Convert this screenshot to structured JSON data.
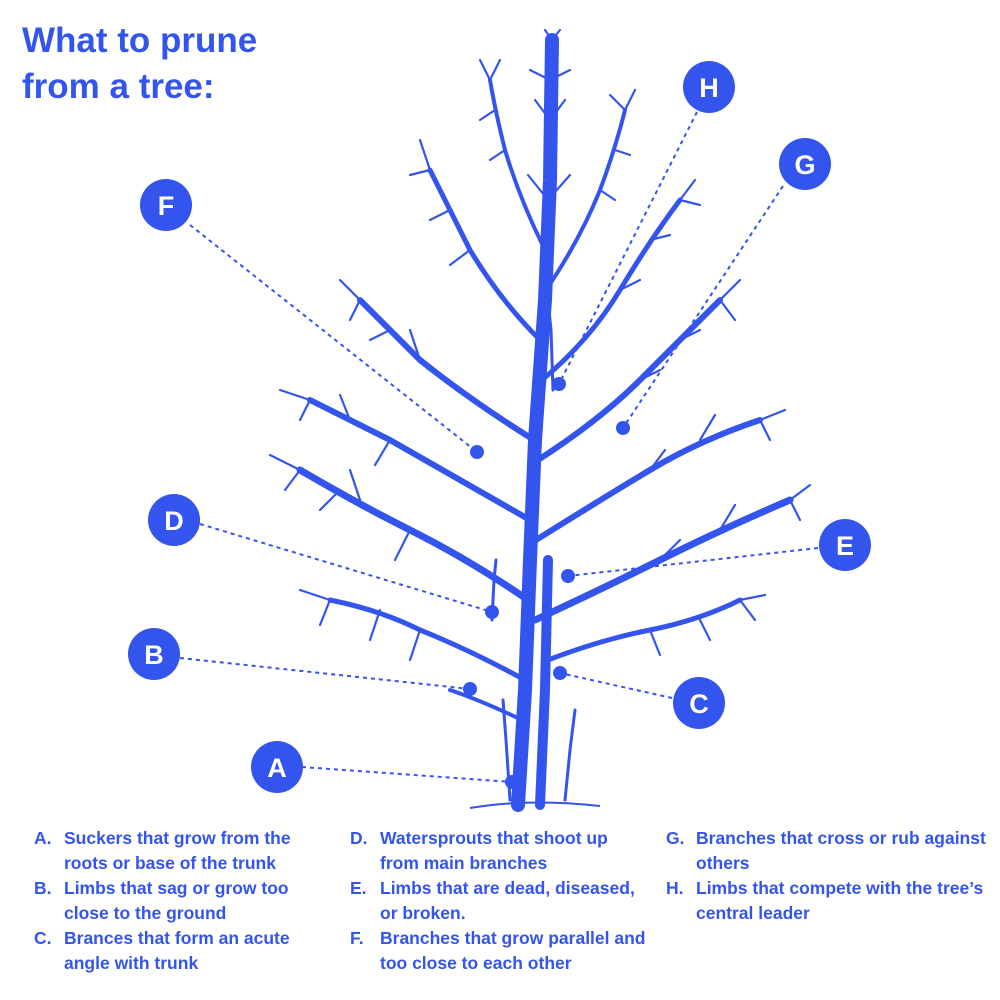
{
  "title": {
    "line1": "What to prune",
    "line2": "from a tree:"
  },
  "colors": {
    "accent": "#3355ee",
    "tree": "#3355ee"
  },
  "callouts": [
    {
      "letter": "A"
    },
    {
      "letter": "B"
    },
    {
      "letter": "C"
    },
    {
      "letter": "D"
    },
    {
      "letter": "E"
    },
    {
      "letter": "F"
    },
    {
      "letter": "G"
    },
    {
      "letter": "H"
    }
  ],
  "legend": [
    {
      "letter": "A.",
      "text": "Suckers that grow from the roots or base of the trunk"
    },
    {
      "letter": "B.",
      "text": "Limbs that sag or grow too close to the ground"
    },
    {
      "letter": "C.",
      "text": "Brances that form an acute angle with trunk"
    },
    {
      "letter": "D.",
      "text": "Watersprouts that shoot up from main branches"
    },
    {
      "letter": "E.",
      "text": "Limbs that are dead, diseased, or broken."
    },
    {
      "letter": "F.",
      "text": "Branches that grow parallel and too close to each other"
    },
    {
      "letter": "G.",
      "text": "Branches that cross or rub against others"
    },
    {
      "letter": "H.",
      "text": "Limbs that compete with the tree’s central leader"
    }
  ]
}
